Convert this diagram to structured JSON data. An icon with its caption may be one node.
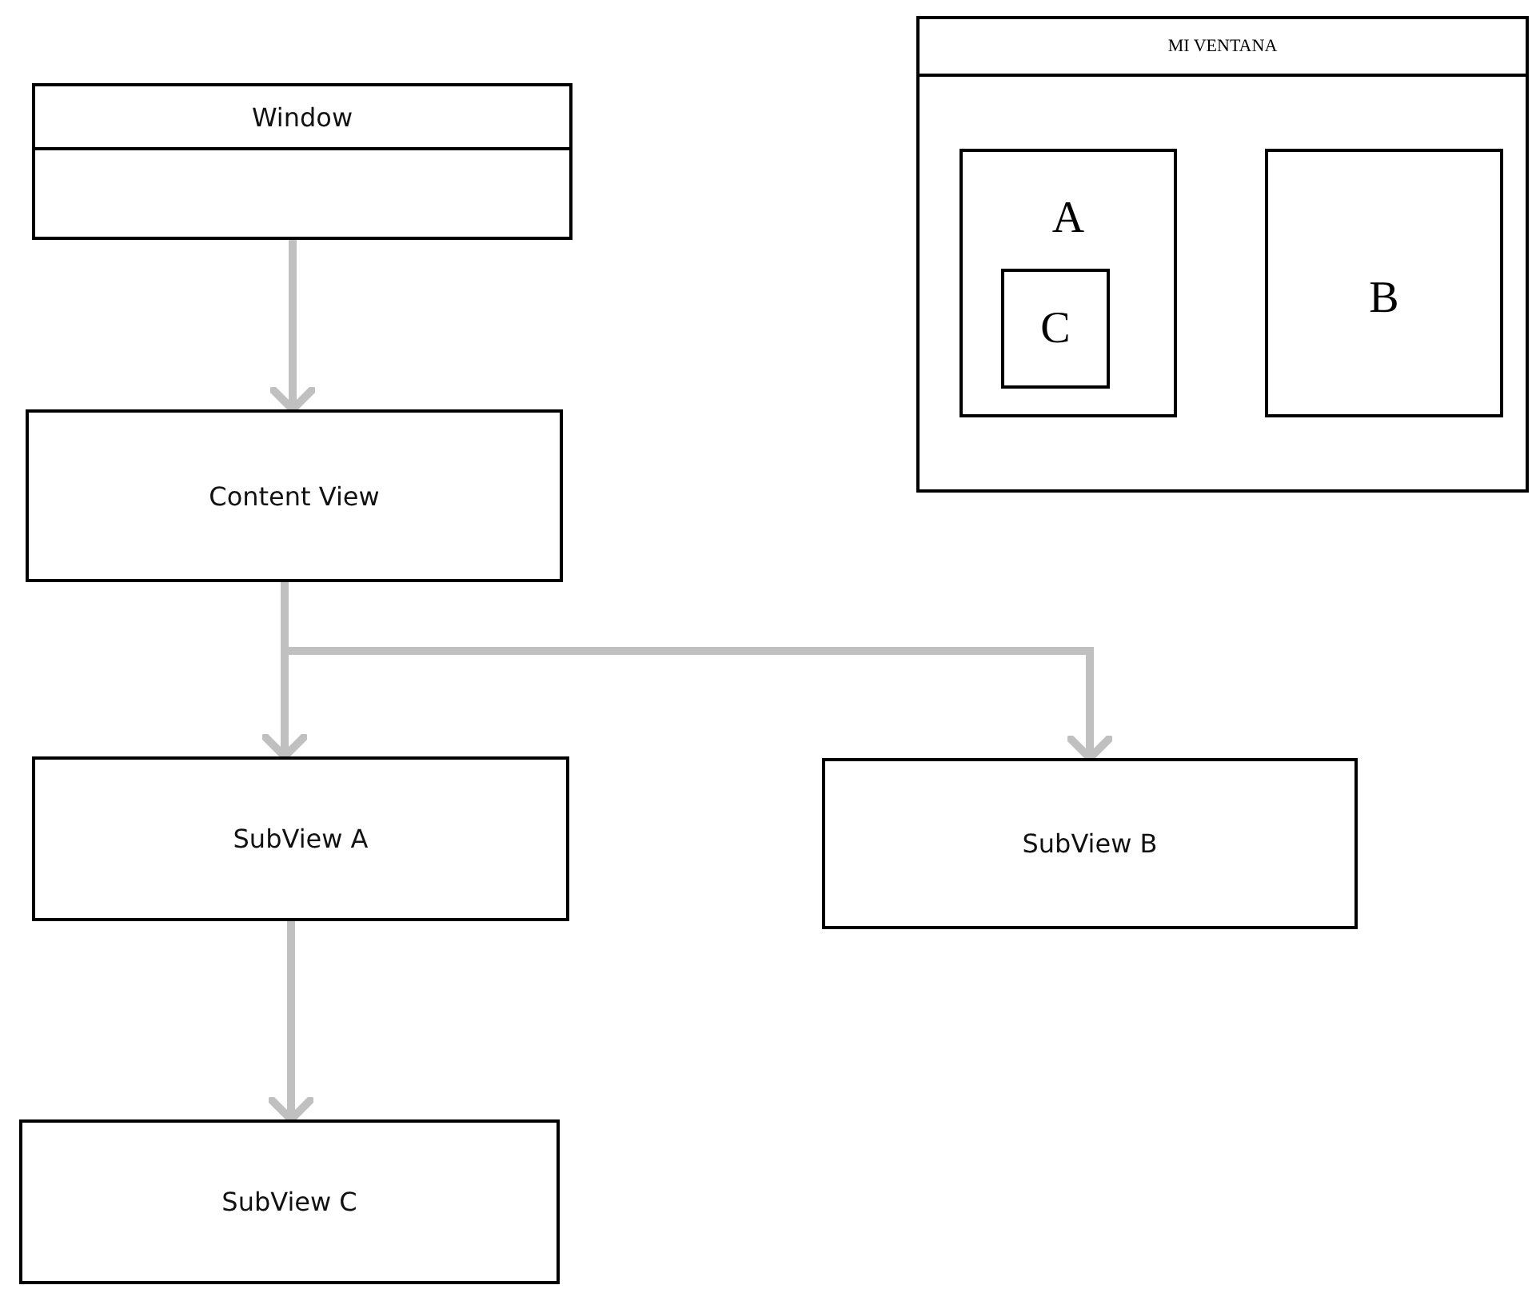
{
  "diagram": {
    "nodes": [
      {
        "text": [
          "Window"
        ]
      },
      {
        "text": [
          "Content View"
        ]
      },
      {
        "text": [
          "SubView A"
        ]
      },
      {
        "text": [
          "SubView B"
        ]
      },
      {
        "text": [
          "SubView C"
        ]
      },
      {
        "text": [
          "MI VENTANA"
        ]
      },
      {
        "text": [
          "A"
        ],
        "in": 5
      },
      {
        "text": [
          "C"
        ],
        "in": 6
      },
      {
        "text": [
          "B"
        ],
        "in": 5
      }
    ],
    "edges": [
      {
        "from": 0,
        "to": 1,
        "arrow": "to"
      },
      {
        "from": 1,
        "to": 2,
        "arrow": "to"
      },
      {
        "from": 1,
        "to": 3,
        "arrow": "to"
      },
      {
        "from": 2,
        "to": 4,
        "arrow": "to"
      }
    ]
  }
}
